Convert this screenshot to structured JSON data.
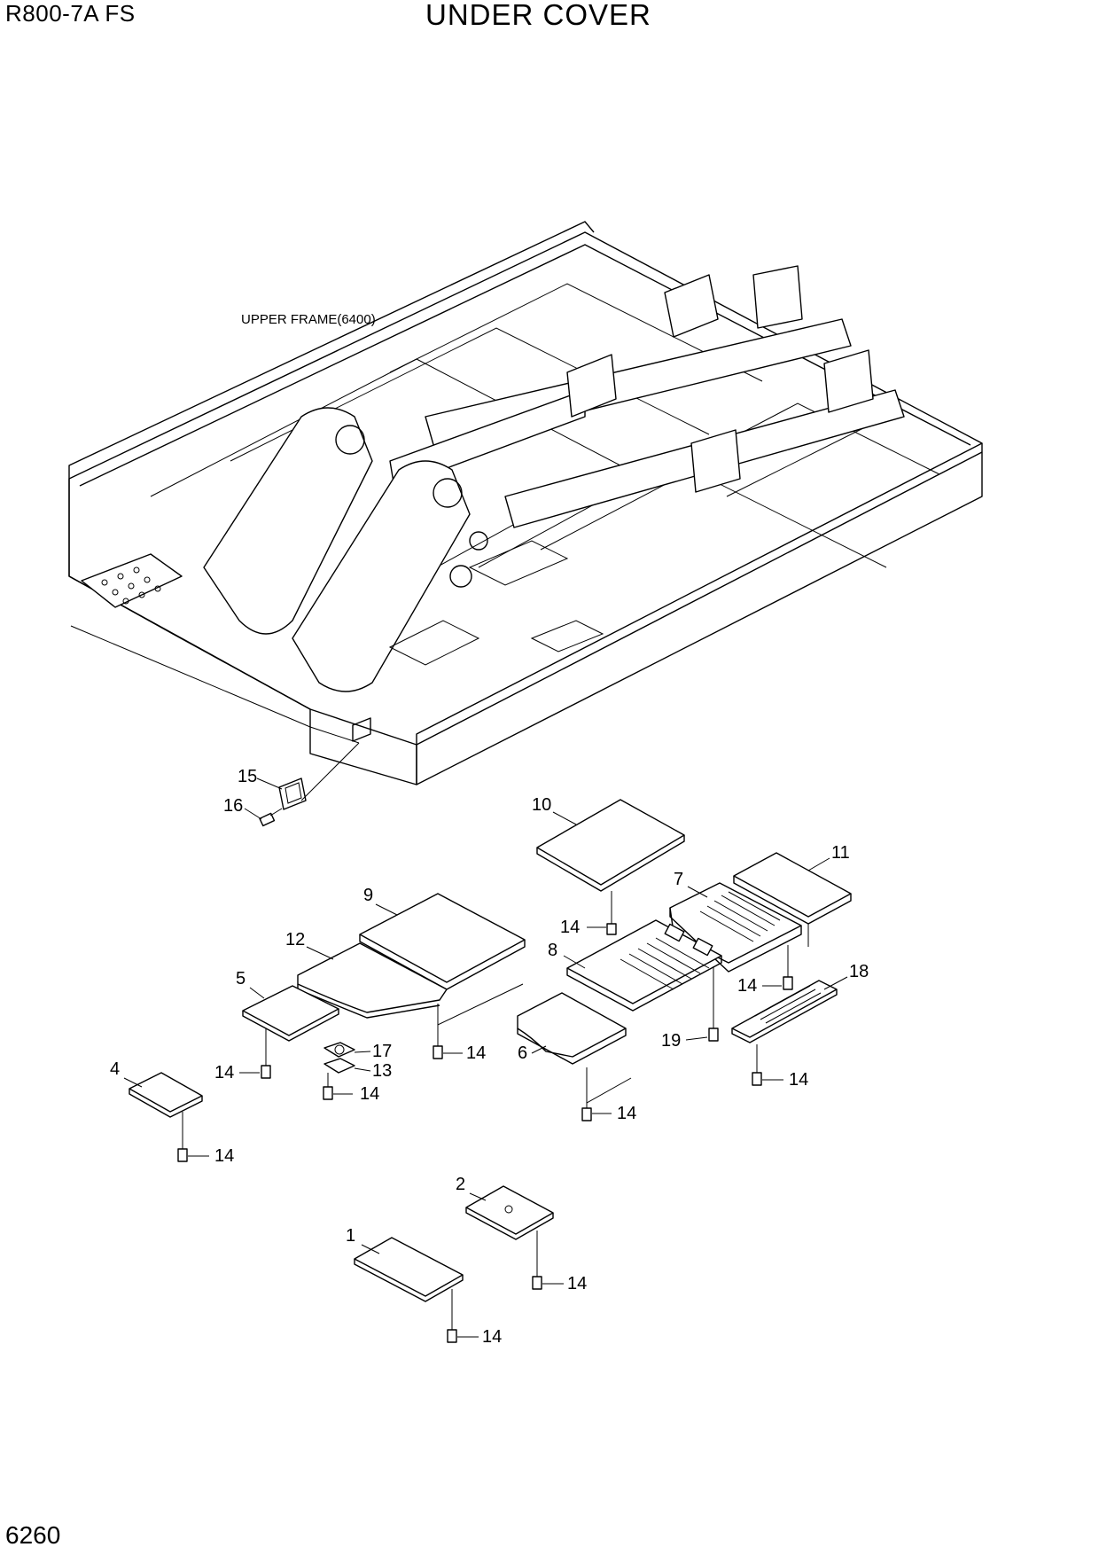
{
  "header": {
    "model": "R800-7A  FS",
    "title": "UNDER COVER"
  },
  "page_number": "6260",
  "frame_label": "UPPER FRAME(6400)",
  "callouts": {
    "p1": "1",
    "p2": "2",
    "p4": "4",
    "p5": "5",
    "p6": "6",
    "p7": "7",
    "p8": "8",
    "p9": "9",
    "p10": "10",
    "p11": "11",
    "p12": "12",
    "p13": "13",
    "p15": "15",
    "p16": "16",
    "p17": "17",
    "p18": "18",
    "p19": "19",
    "bolt": "14"
  }
}
